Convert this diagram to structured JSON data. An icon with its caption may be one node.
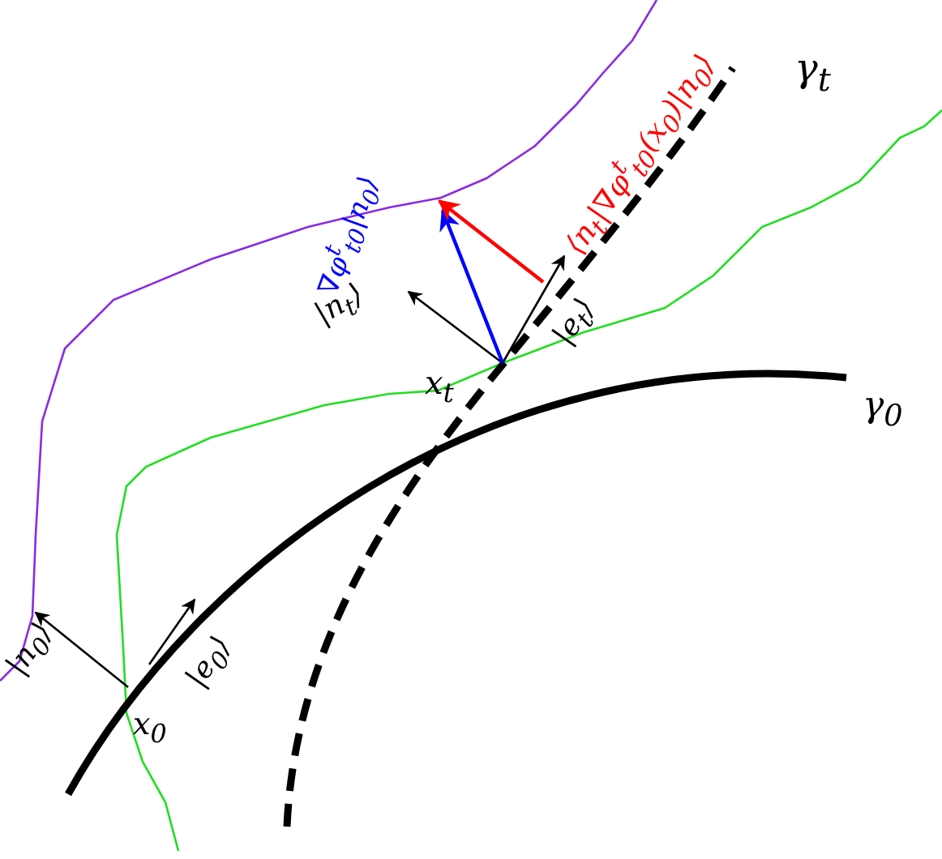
{
  "diagram": {
    "labels": [
      "⟨n$_{t}$|∇φ$^{t}$$_{t0}$(x$_{0}$)|n$_{0}$⟩",
      "γ$_{t}$",
      "∇φ$^{t}$$_{t0}$|n$_{0}$⟩",
      "|n$_{t}$⟩",
      "|e$_{t}$⟩",
      "x$_{t}$",
      "γ$_{0}$",
      "|n$_{0}$⟩",
      "|e$_{0}$⟩",
      "x$_{0}$"
    ]
  }
}
